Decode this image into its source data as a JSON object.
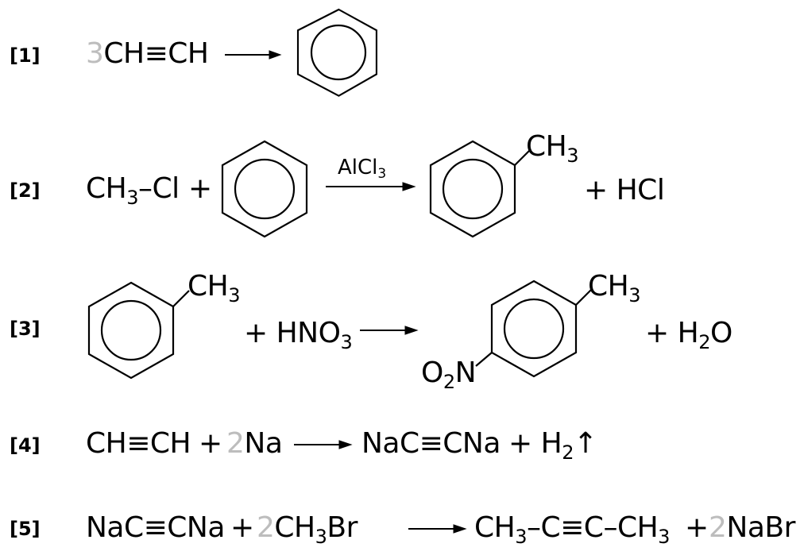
{
  "reactions": [
    {
      "label": "[1]",
      "reactant_coef": "3",
      "reactant": "CH≡CH"
    },
    {
      "label": "[2]",
      "r1_a": "CH",
      "r1_sub": "3",
      "r1_b": "–Cl",
      "plus1": "+",
      "catalyst_a": "AlCl",
      "catalyst_sub": "3",
      "subst_a": "CH",
      "subst_sub": "3",
      "byproduct": "+ HCl"
    },
    {
      "label": "[3]",
      "subst_a": "CH",
      "subst_sub": "3",
      "reagent_a": "+ HNO",
      "reagent_sub": "3",
      "prod_subst_a": "CH",
      "prod_subst_sub": "3",
      "nitro_a": "O",
      "nitro_sub": "2",
      "nitro_b": "N",
      "water_a": "+ H",
      "water_sub": "2",
      "water_b": "O"
    },
    {
      "label": "[4]",
      "r1": "CH≡CH",
      "plus1": "+",
      "coef": "2",
      "r2": "Na",
      "p1": "NaC≡CNa",
      "p2_a": "+ H",
      "p2_sub": "2",
      "p2_b": "↑"
    },
    {
      "label": "[5]",
      "r1": "NaC≡CNa",
      "plus1": "+",
      "coef1": "2",
      "r2_a": "CH",
      "r2_sub": "3",
      "r2_b": "Br",
      "p1_a": "CH",
      "p1_sub": "3",
      "p1_b": "–C≡C–CH",
      "p1_sub2": "3",
      "plus2": "+",
      "coef2": "2",
      "p2": "NaBr"
    }
  ]
}
